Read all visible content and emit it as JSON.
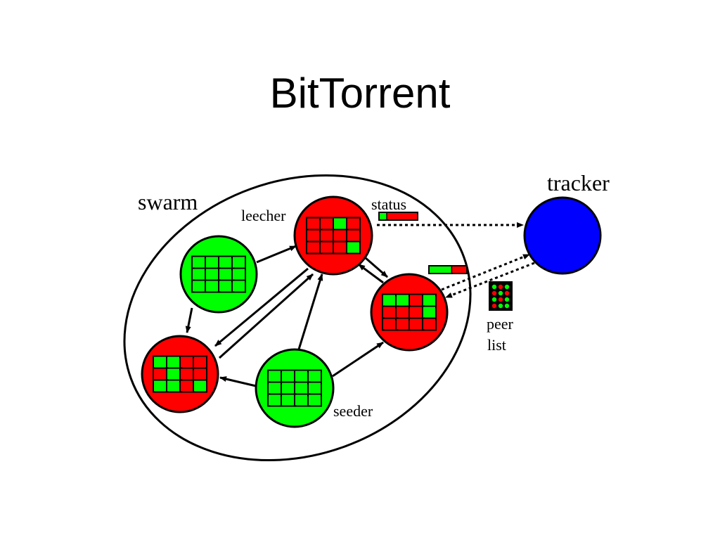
{
  "title": "BitTorrent",
  "labels": {
    "swarm": "swarm",
    "tracker": "tracker",
    "leecher": "leecher",
    "status": "status",
    "seeder": "seeder",
    "peer_list_line1": "peer",
    "peer_list_line2": "list"
  },
  "colors": {
    "seeder_fill": "#00FF00",
    "leecher_fill": "#FF0000",
    "tracker_fill": "#0000FF",
    "piece_have": "#00FF00",
    "piece_missing": "#FF0000",
    "stroke": "#000000",
    "background": "#FFFFFF"
  },
  "peers": [
    {
      "id": "seeder-top-left",
      "role": "seeder",
      "grid": [
        [
          1,
          1,
          1,
          1
        ],
        [
          1,
          1,
          1,
          1
        ],
        [
          1,
          1,
          1,
          1
        ]
      ]
    },
    {
      "id": "leecher-top",
      "role": "leecher",
      "grid": [
        [
          0,
          0,
          1,
          0
        ],
        [
          0,
          0,
          0,
          0
        ],
        [
          0,
          0,
          0,
          1
        ]
      ]
    },
    {
      "id": "leecher-right",
      "role": "leecher",
      "grid": [
        [
          1,
          1,
          0,
          1
        ],
        [
          0,
          0,
          0,
          1
        ],
        [
          0,
          0,
          0,
          0
        ]
      ]
    },
    {
      "id": "leecher-bottom-left",
      "role": "leecher",
      "grid": [
        [
          1,
          1,
          0,
          0
        ],
        [
          0,
          1,
          0,
          0
        ],
        [
          1,
          1,
          0,
          1
        ]
      ]
    },
    {
      "id": "seeder-bottom",
      "role": "seeder",
      "grid": [
        [
          1,
          1,
          1,
          1
        ],
        [
          1,
          1,
          1,
          1
        ],
        [
          1,
          1,
          1,
          1
        ]
      ]
    }
  ],
  "status_bars": [
    {
      "id": "status-bar-top",
      "have_fraction": 0.2
    },
    {
      "id": "status-bar-right",
      "have_fraction": 0.6
    }
  ],
  "peer_list_dots": [
    [
      1,
      0,
      1
    ],
    [
      0,
      1,
      0
    ],
    [
      1,
      0,
      1
    ],
    [
      0,
      1,
      1
    ]
  ]
}
